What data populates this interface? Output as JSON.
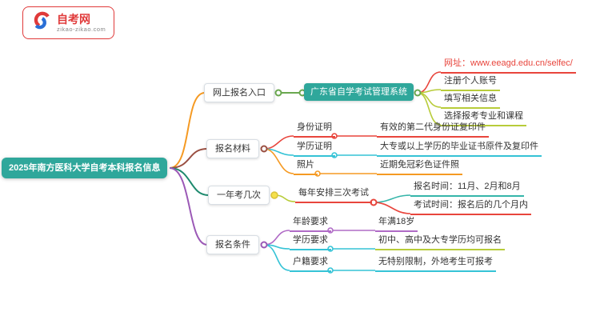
{
  "logo": {
    "title": "自考网",
    "subtitle": "zikao-zikao.com"
  },
  "root": {
    "label": "2025年南方医科大学自考本科报名信息"
  },
  "branches": [
    {
      "label": "网上报名入口",
      "system": {
        "label": "广东省自学考试管理系统"
      },
      "steps": [
        "网址：www.eeagd.edu.cn/selfec/",
        "注册个人账号",
        "填写相关信息",
        "选择报考专业和课程"
      ]
    },
    {
      "label": "报名材料",
      "items": [
        {
          "name": "身份证明",
          "detail": "有效的第二代身份证复印件"
        },
        {
          "name": "学历证明",
          "detail": "大专或以上学历的毕业证书原件及复印件"
        },
        {
          "name": "照片",
          "detail": "近期免冠彩色证件照"
        }
      ]
    },
    {
      "label": "一年考几次",
      "schedule": "每年安排三次考试",
      "times": [
        "报名时间：11月、2月和8月",
        "考试时间：报名后的几个月内"
      ]
    },
    {
      "label": "报名条件",
      "items": [
        {
          "name": "年龄要求",
          "detail": "年满18岁"
        },
        {
          "name": "学历要求",
          "detail": "初中、高中及大专学历均可报名"
        },
        {
          "name": "户籍要求",
          "detail": "无特别限制，外地考生可报考"
        }
      ]
    }
  ],
  "colors": {
    "root_bg": "#2fa79b",
    "branch_online": "#f59a23",
    "branch_materials": "#9a4f42",
    "branch_times": "#1e8a6e",
    "branch_conditions": "#9b59b6",
    "red": "#e8453c",
    "cyan": "#35c3d6",
    "lime": "#b8cc3a",
    "orange": "#f59a23",
    "teal": "#35b5a9",
    "purple": "#b06bc6",
    "yellow": "#f5e04b",
    "logo_red": "#e03a3a"
  }
}
